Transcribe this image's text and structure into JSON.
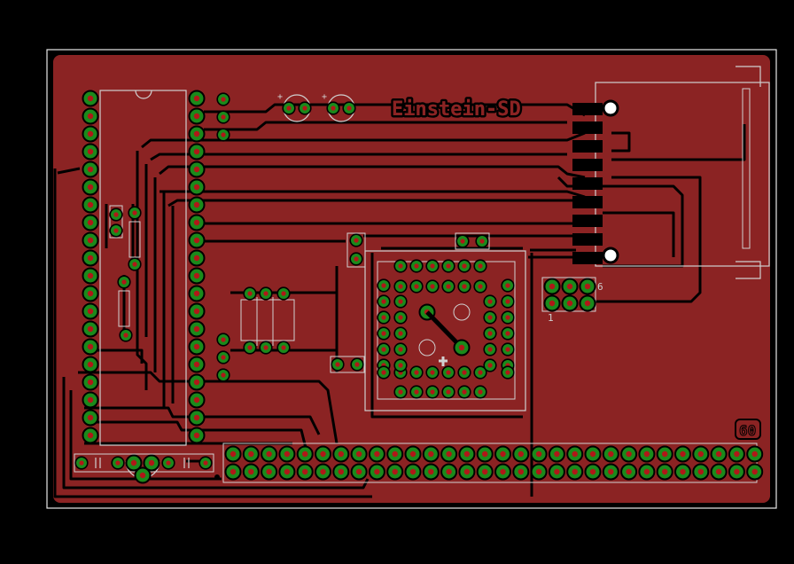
{
  "board": {
    "title": "Einstein-SD",
    "header_count_label": "60",
    "jumper_pin1_label": "1",
    "jumper_pin6_label": "6",
    "cap_plus_label": "+"
  },
  "colors": {
    "background": "#000000",
    "copper_pour": "#8b2323",
    "trace_gap": "#000000",
    "pad": "#1b8a1b",
    "drill": "#b01818",
    "silkscreen": "#d0d0d0",
    "outline": "#e8e8e8"
  }
}
